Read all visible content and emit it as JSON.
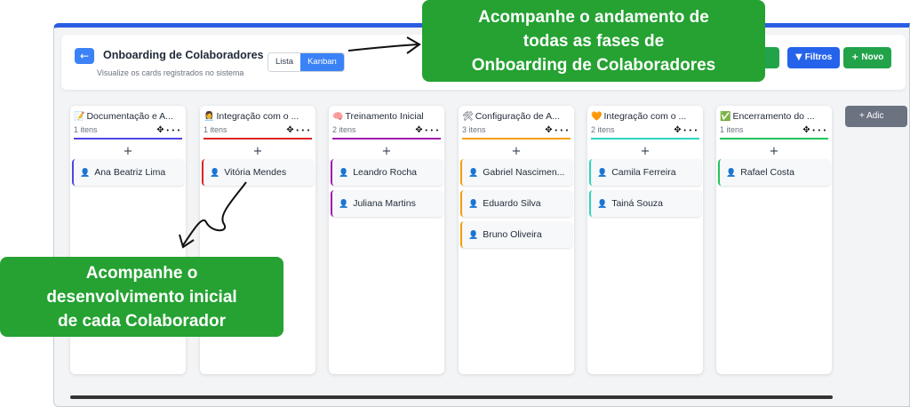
{
  "header": {
    "back_icon": "arrow-left-icon",
    "title": "Onboarding de Colaboradores",
    "subtitle": "Visualize os cards registrados no sistema",
    "view_toggle": {
      "list_label": "Lista",
      "kanban_label": "Kanban",
      "active": "Kanban"
    },
    "filters_label": "Filtros",
    "new_label": "Novo",
    "accent": "#2563eb"
  },
  "columns": [
    {
      "emoji": "📝",
      "title": "Documentação e A...",
      "count": "1 itens",
      "color": "#4f46e5",
      "cards": [
        "Ana Beatriz Lima"
      ]
    },
    {
      "emoji": "👩‍💼",
      "title": "Integração com o ...",
      "count": "1 itens",
      "color": "#dc2626",
      "cards": [
        "Vitória Mendes"
      ]
    },
    {
      "emoji": "🧠",
      "title": "Treinamento Inicial",
      "count": "2 itens",
      "color": "#a21caf",
      "cards": [
        "Leandro Rocha",
        "Juliana Martins"
      ]
    },
    {
      "emoji": "🛠",
      "title": "Configuração de A...",
      "count": "3 itens",
      "color": "#f59e0b",
      "cards": [
        "Gabriel Nascimen...",
        "Eduardo Silva",
        "Bruno Oliveira"
      ]
    },
    {
      "emoji": "🧡",
      "title": "Integração com o ...",
      "count": "2 itens",
      "color": "#2dd4bf",
      "cards": [
        "Camila Ferreira",
        "Tainá Souza"
      ]
    },
    {
      "emoji": "✅",
      "title": "Encerramento do ...",
      "count": "1 itens",
      "color": "#22c55e",
      "cards": [
        "Rafael Costa"
      ]
    }
  ],
  "add_column_label": "+ Adic",
  "callouts": {
    "top": [
      "Acompanhe o andamento de",
      "todas as fases de",
      "Onboarding de Colaboradores"
    ],
    "left": [
      "Acompanhe o",
      "desenvolvimento inicial",
      "de cada Colaborador"
    ],
    "color": "#25a232"
  }
}
